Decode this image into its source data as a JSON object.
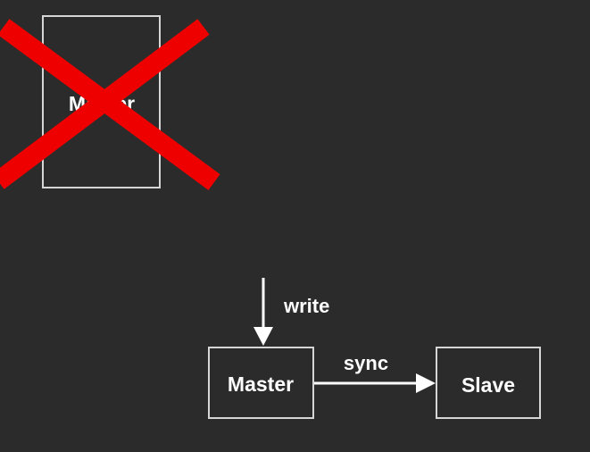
{
  "diagram": {
    "failed_node": {
      "label": "Master",
      "status": "crossed-out"
    },
    "nodes": [
      {
        "id": "master",
        "label": "Master"
      },
      {
        "id": "slave",
        "label": "Slave"
      }
    ],
    "edges": [
      {
        "from": "client",
        "to": "master",
        "label": "write"
      },
      {
        "from": "master",
        "to": "slave",
        "label": "sync"
      }
    ],
    "colors": {
      "background": "#2b2b2b",
      "box_stroke": "#d6d6d6",
      "text": "#ffffff",
      "cross": "#ee0000"
    }
  }
}
